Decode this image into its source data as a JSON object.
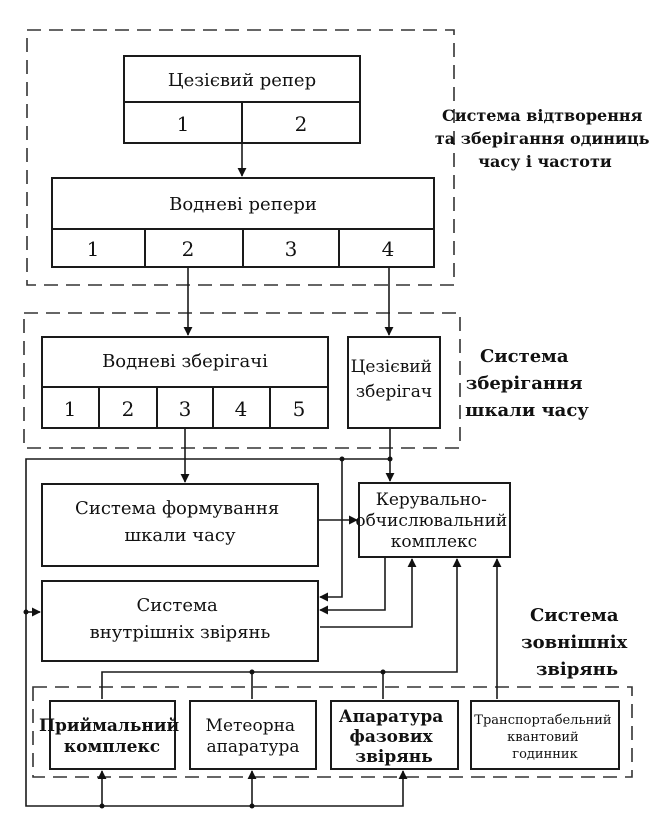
{
  "groups": {
    "reproduction_label": [
      "Система відтворення",
      "та зберігання одиниць",
      "часу і частоти"
    ],
    "storage_label": [
      "Система",
      "зберігання",
      "шкали часу"
    ],
    "external_label": [
      "Система",
      "зовнішніх",
      "звірянь"
    ]
  },
  "cesium_reference": {
    "title": "Цезієвий репер",
    "cells": [
      "1",
      "2"
    ]
  },
  "hydrogen_references": {
    "title": "Водневі репери",
    "cells": [
      "1",
      "2",
      "3",
      "4"
    ]
  },
  "hydrogen_keepers": {
    "title": "Водневі зберігачі",
    "cells": [
      "1",
      "2",
      "3",
      "4",
      "5"
    ]
  },
  "cesium_keeper": {
    "lines": [
      "Цезієвий",
      "зберігач"
    ]
  },
  "time_scale_system": {
    "lines": [
      "Система формування",
      "шкали часу"
    ]
  },
  "control_complex": {
    "lines": [
      "Керувально-",
      "обчислювальний",
      "комплекс"
    ]
  },
  "internal_comparison": {
    "lines": [
      "Система",
      "внутрішніх звірянь"
    ]
  },
  "external_devices": [
    {
      "lines": [
        "Приймальний",
        "комплекс"
      ]
    },
    {
      "lines": [
        "Метеорна",
        "апаратура"
      ]
    },
    {
      "lines": [
        "Апаратура",
        "фазових",
        "звірянь"
      ]
    },
    {
      "lines": [
        "Транспортабельний",
        "квантовий",
        "годинник"
      ]
    }
  ]
}
